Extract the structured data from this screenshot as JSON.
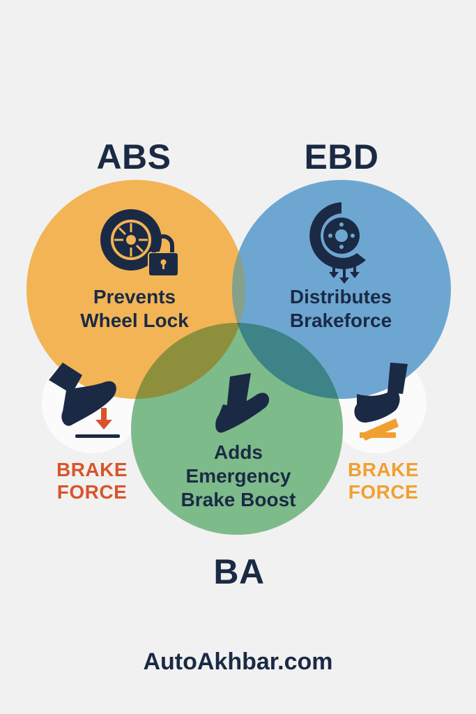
{
  "diagram": {
    "sets": [
      {
        "id": "abs",
        "heading": "ABS",
        "description": [
          "Prevents",
          "Wheel Lock"
        ],
        "color": "#f2b455",
        "icon": "wheel-lock-icon"
      },
      {
        "id": "ebd",
        "heading": "EBD",
        "description": [
          "Distributes",
          "Brakeforce"
        ],
        "color": "#6ea6d2",
        "icon": "brake-disc-icon"
      },
      {
        "id": "ba",
        "heading": "BA",
        "description": [
          "Adds",
          "Emergency",
          "Brake Boost"
        ],
        "color": "#7dbb8a",
        "icon": "shoe-icon"
      }
    ],
    "brake_force_left": {
      "lines": [
        "BRAKE",
        "FORCE"
      ],
      "color": "#d9542b",
      "icon": "pedal-press-down-icon"
    },
    "brake_force_right": {
      "lines": [
        "BRAKE",
        "FORCE"
      ],
      "color": "#f0a030",
      "icon": "pedal-light-press-icon"
    }
  },
  "footer": {
    "text": "AutoAkhbar.com"
  },
  "colors": {
    "text": "#1b2a44",
    "background": "#f1f1f1",
    "badge": "#fbfbfb"
  }
}
